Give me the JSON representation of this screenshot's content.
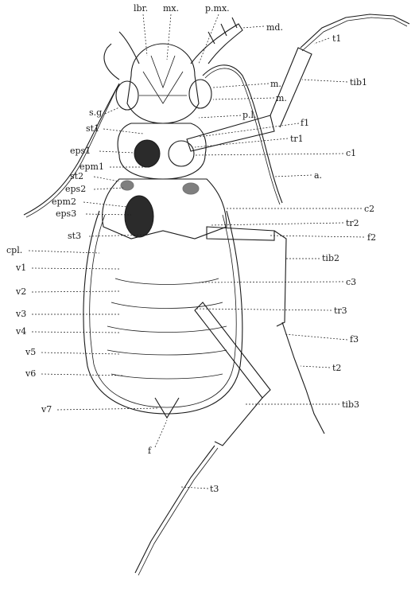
{
  "figure": {
    "labels_top": [
      "lbr.",
      "mx.",
      "p.mx.",
      "md."
    ],
    "labels_left": [
      "s.g",
      "st1",
      "eps1",
      "epm1",
      "st2",
      "eps2",
      "epm2",
      "eps3",
      "st3",
      "cpl.",
      "v1",
      "v2",
      "v3",
      "v4",
      "v5",
      "v6",
      "v7"
    ],
    "labels_right": [
      "t1",
      "tib1",
      "m.",
      "m.",
      "p.l.",
      "f1",
      "tr1",
      "c1",
      "a.",
      "c2",
      "tr2",
      "f2",
      "tib2",
      "c3",
      "tr3",
      "f3",
      "t2",
      "tib3"
    ],
    "labels_bottom": [
      "f",
      "t3"
    ]
  }
}
